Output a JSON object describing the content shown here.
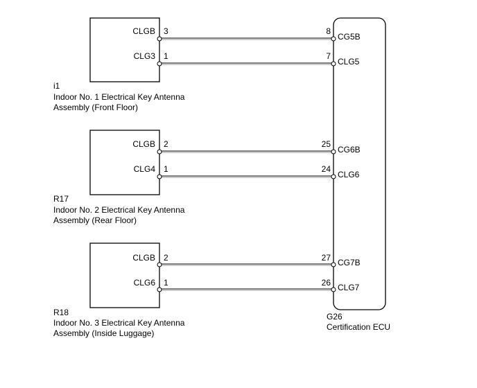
{
  "components": [
    {
      "code": "i1",
      "desc1": "Indoor No. 1 Electrical Key Antenna",
      "desc2": "Assembly (Front Floor)",
      "pins": [
        {
          "name": "CLGB",
          "num": "3"
        },
        {
          "name": "CLG3",
          "num": "1"
        }
      ]
    },
    {
      "code": "R17",
      "desc1": "Indoor No. 2 Electrical Key Antenna",
      "desc2": "Assembly (Rear Floor)",
      "pins": [
        {
          "name": "CLGB",
          "num": "2"
        },
        {
          "name": "CLG4",
          "num": "1"
        }
      ]
    },
    {
      "code": "R18",
      "desc1": "Indoor No. 3 Electrical Key Antenna",
      "desc2": "Assembly (Inside Luggage)",
      "pins": [
        {
          "name": "CLGB",
          "num": "2"
        },
        {
          "name": "CLG6",
          "num": "1"
        }
      ]
    }
  ],
  "ecu": {
    "code": "G26",
    "name": "Certification ECU",
    "pins": [
      {
        "name": "CG5B",
        "num": "8"
      },
      {
        "name": "CLG5",
        "num": "7"
      },
      {
        "name": "CG6B",
        "num": "25"
      },
      {
        "name": "CLG6",
        "num": "24"
      },
      {
        "name": "CG7B",
        "num": "27"
      },
      {
        "name": "CLG7",
        "num": "26"
      }
    ]
  }
}
